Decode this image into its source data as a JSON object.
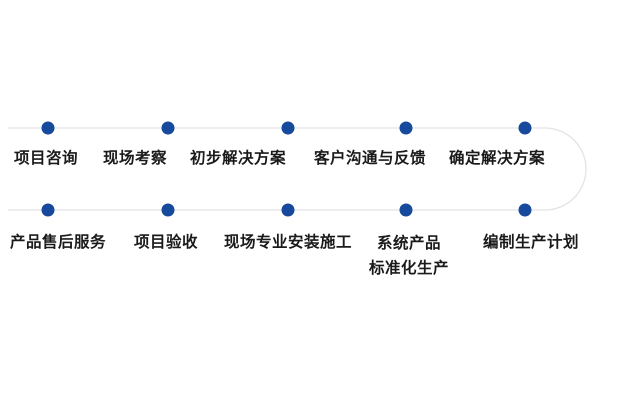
{
  "diagram": {
    "colors": {
      "dot": "#17499c",
      "line": "#e4e4e8",
      "text": "#1a1a1a"
    },
    "top_row": [
      {
        "label": "项目咨询"
      },
      {
        "label": "现场考察"
      },
      {
        "label": "初步解决方案"
      },
      {
        "label": "客户沟通与反馈"
      },
      {
        "label": "确定解决方案"
      }
    ],
    "bottom_row": [
      {
        "label": "产品售后服务"
      },
      {
        "label": "项目验收"
      },
      {
        "label": "现场专业安装施工"
      },
      {
        "label": "系统产品",
        "label2": "标准化生产"
      },
      {
        "label": "编制生产计划"
      }
    ]
  }
}
